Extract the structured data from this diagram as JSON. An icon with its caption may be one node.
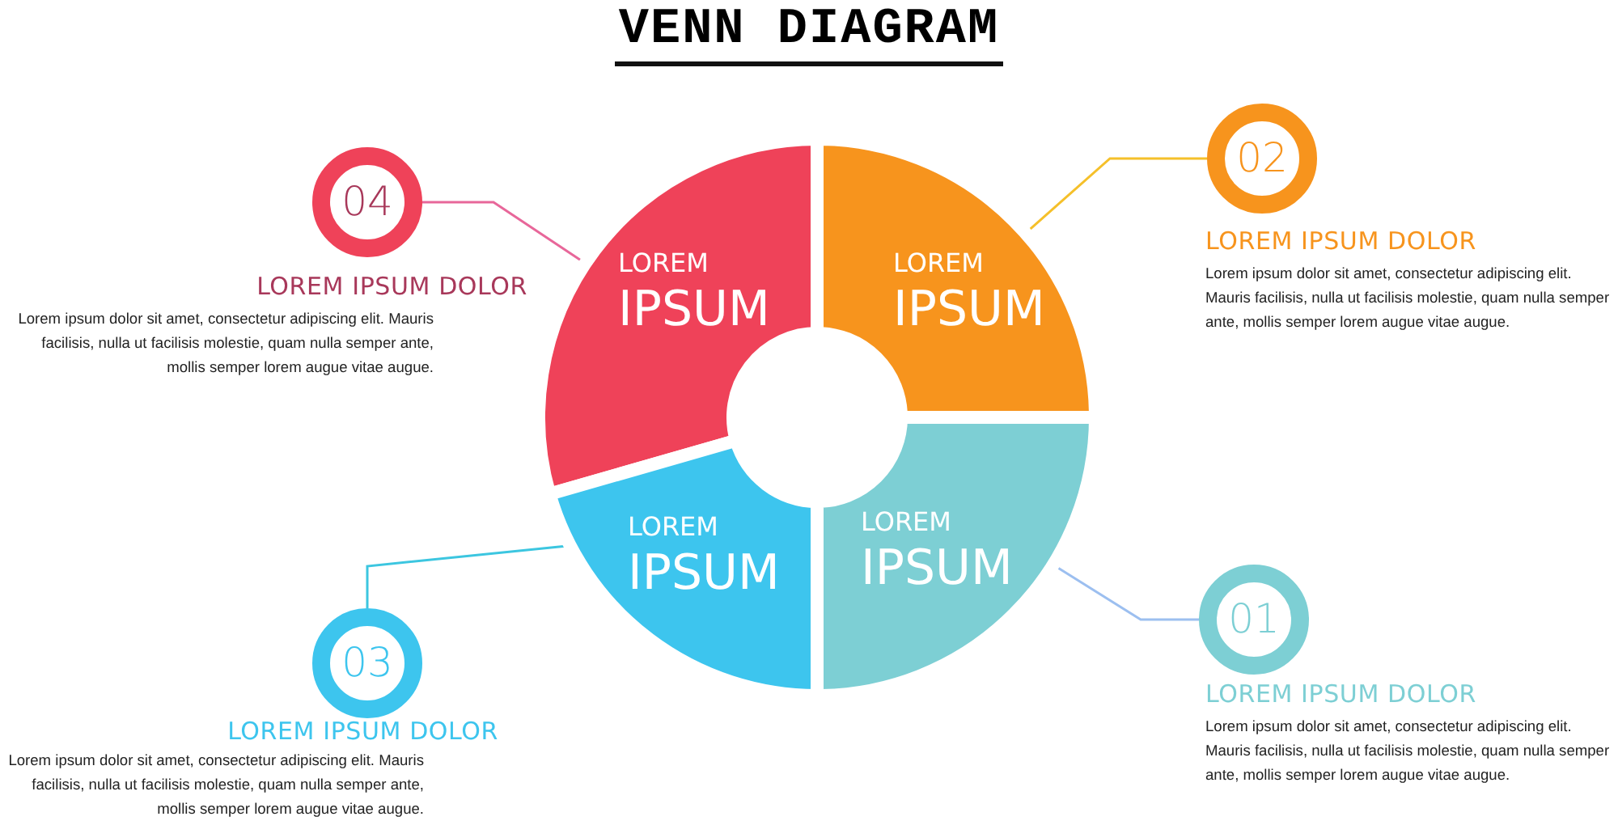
{
  "diagram": {
    "title": "VENN DIAGRAM",
    "nodes": [
      {
        "text": [
          "04"
        ],
        "beside": [
          "LOREM IPSUM DOLOR",
          "Lorem ipsum dolor sit amet, consectetur adipiscing elit. Mauris facilisis, nulla ut facilisis molestie, quam nulla semper ante, mollis semper lorem augue vitae augue."
        ]
      },
      {
        "text": [
          "LOREM",
          "IPSUM"
        ]
      },
      {
        "text": [
          "LOREM",
          "IPSUM"
        ]
      },
      {
        "text": [
          "02"
        ],
        "beside": [
          "LOREM IPSUM DOLOR",
          "Lorem ipsum dolor sit amet, consectetur adipiscing elit. Mauris facilisis, nulla ut facilisis molestie, quam nulla semper ante, mollis semper lorem augue vitae augue."
        ]
      },
      {
        "text": [
          "LOREM",
          "IPSUM"
        ]
      },
      {
        "text": [
          "LOREM",
          "IPSUM"
        ]
      },
      {
        "text": [
          "03"
        ],
        "beside": [
          "LOREM IPSUM DOLOR",
          "Lorem ipsum dolor sit amet, consectetur adipiscing elit. Mauris facilisis, nulla ut facilisis molestie, quam nulla semper ante, mollis semper lorem augue vitae augue."
        ]
      },
      {
        "text": [
          "01"
        ],
        "beside": [
          "LOREM IPSUM DOLOR",
          "Lorem ipsum dolor sit amet, consectetur adipiscing elit. Mauris facilisis, nulla ut facilisis molestie, quam nulla semper ante, mollis semper lorem augue vitae augue."
        ]
      }
    ],
    "edges": [
      {
        "from": 0,
        "to": 1,
        "arrow": "none",
        "color": "#e8679a"
      },
      {
        "from": 3,
        "to": 2,
        "arrow": "none",
        "color": "#f5c02a"
      },
      {
        "from": 6,
        "to": 4,
        "arrow": "none",
        "color": "#3cc6e0"
      },
      {
        "from": 7,
        "to": 5,
        "arrow": "none",
        "color": "#9cbff0"
      }
    ]
  }
}
